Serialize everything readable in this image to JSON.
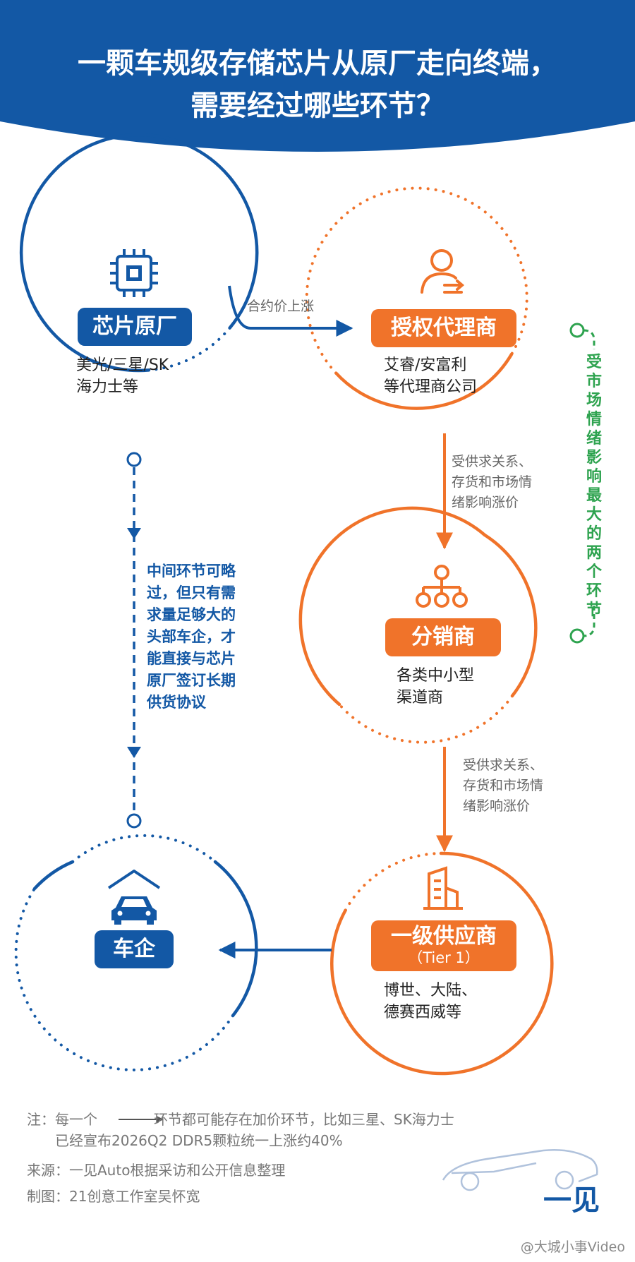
{
  "title": {
    "line1": "一颗车规级存储芯片从原厂走向终端，",
    "line2": "需要经过哪些环节？"
  },
  "colors": {
    "blue": "#1358a5",
    "orange": "#f0732a",
    "green": "#2ea34f",
    "gray": "#666666"
  },
  "nodes": {
    "chip_factory": {
      "label": "芯片原厂",
      "desc": [
        "美光/三星/SK",
        "海力士等"
      ],
      "icon": "chip-icon"
    },
    "distributor": {
      "label": "授权代理商",
      "desc": [
        "艾睿/安富利",
        "等代理商公司"
      ],
      "icon": "person-arrow-icon"
    },
    "reseller": {
      "label": "分销商",
      "desc": [
        "各类中小型",
        "渠道商"
      ],
      "icon": "hierarchy-icon"
    },
    "tier1": {
      "label": "一级供应商",
      "sublabel": "（Tier 1）",
      "desc": [
        "博世、大陆、",
        "德赛西威等"
      ],
      "icon": "building-icon"
    },
    "oem": {
      "label": "车企",
      "icon": "car-garage-icon"
    }
  },
  "edges": {
    "chip_to_distributor": "合约价上涨",
    "distributor_to_reseller": [
      "受供求关系、",
      "存货和市场情",
      "绪影响涨价"
    ],
    "reseller_to_tier1": [
      "受供求关系、",
      "存货和市场情",
      "绪影响涨价"
    ]
  },
  "bypass_note": [
    "中间环节可略",
    "过，但只有需",
    "求量足够大的",
    "头部车企，才",
    "能直接与芯片",
    "原厂签订长期",
    "供货协议"
  ],
  "side_note": "受市场情绪影响最大的两个环节",
  "footer": {
    "note_prefix": "注：每一个",
    "note_suffix": "环节都可能存在加价环节，比如三星、SK海力士",
    "note_line2": "已经宣布2026Q2 DDR5颗粒统一上涨约40%",
    "source": "来源：一见Auto根据采访和公开信息整理",
    "credit": "制图：21创意工作室吴怀宽",
    "logo_text": "一见"
  },
  "watermark": "@大城小事Video"
}
